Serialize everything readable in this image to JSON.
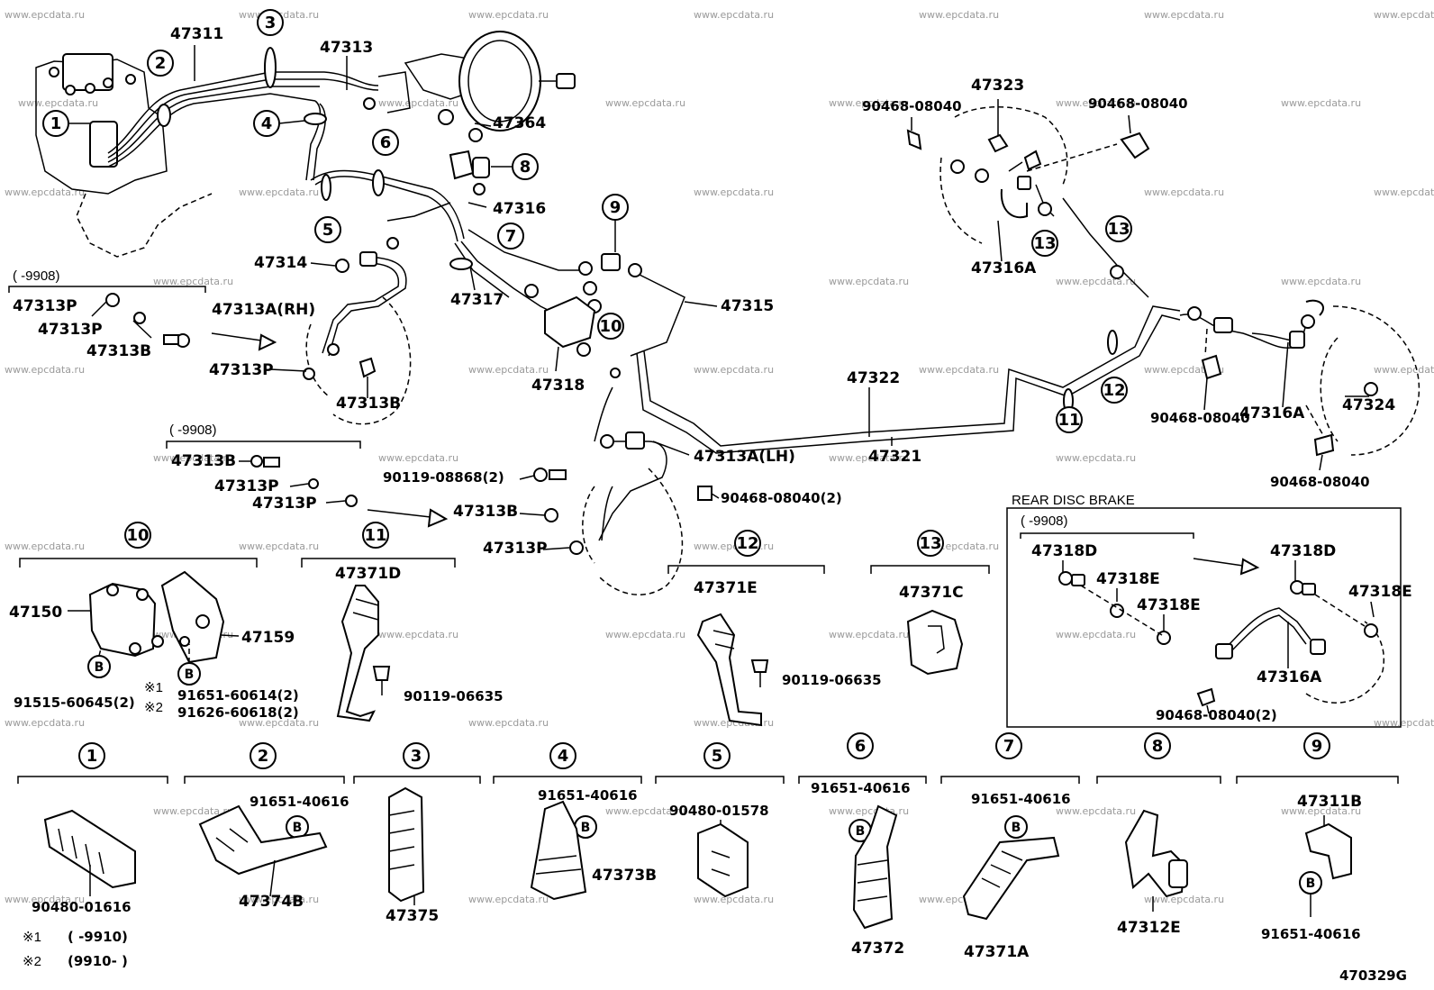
{
  "diagram_code": "470329G",
  "watermark": "www.epcdata.ru",
  "notes": [
    {
      "mark": "※1",
      "range": "(      -9910)"
    },
    {
      "mark": "※2",
      "range": "(9910-      )"
    }
  ],
  "rear_disc_brake": {
    "title": "REAR DISC BRAKE",
    "range": "(      -9908)"
  },
  "ranges": {
    "front_rh": "(      -9908)",
    "front_lh": "(      -9908)"
  },
  "callouts": [
    "1",
    "2",
    "3",
    "4",
    "5",
    "6",
    "7",
    "8",
    "9",
    "10",
    "11",
    "12",
    "13"
  ],
  "main_labels": {
    "p47311": "47311",
    "p47313": "47313",
    "p47364": "47364",
    "p47316": "47316",
    "p47314": "47314",
    "p47317": "47317",
    "p47315": "47315",
    "p47318": "47318",
    "p47322": "47322",
    "p47321": "47321",
    "p47323": "47323",
    "p47316A_top": "47316A",
    "p47316A_right": "47316A",
    "p47324": "47324",
    "p90468_tl": "90468-08040",
    "p90468_tr": "90468-08040",
    "p90468_mid": "90468-08040",
    "p90468_br": "90468-08040",
    "p47313A_RH": "47313A(RH)",
    "p47313A_LH": "47313A(LH)",
    "p90119_08868": "90119-08868(2)",
    "p90468_2": "90468-08040(2)"
  },
  "rh_group": {
    "p47313P_a": "47313P",
    "p47313P_b": "47313P",
    "p47313B_a": "47313B",
    "p47313P_c": "47313P",
    "p47313B_b": "47313B"
  },
  "lh_group": {
    "p47313B_a": "47313B",
    "p47313P_a": "47313P",
    "p47313P_b": "47313P",
    "p47313B_b": "47313B",
    "p47313P_c": "47313P"
  },
  "detail_10": {
    "p47150": "47150",
    "p47159": "47159",
    "b1": "91515-60645(2)",
    "b2": "91651-60614(2)",
    "b3": "91626-60618(2)",
    "m1": "※1",
    "m2": "※2"
  },
  "detail_11": {
    "p": "47371D",
    "bolt": "90119-06635"
  },
  "detail_12": {
    "p": "47371E",
    "bolt": "90119-06635"
  },
  "detail_13": {
    "p": "47371C"
  },
  "rear_parts": {
    "p47318D_a": "47318D",
    "p47318E_a": "47318E",
    "p47318E_b": "47318E",
    "p47318D_b": "47318D",
    "p47318E_c": "47318E",
    "p47316A": "47316A",
    "clip": "90468-08040(2)"
  },
  "bottom": {
    "d1": {
      "p": "90480-01616"
    },
    "d2": {
      "bolt": "91651-40616",
      "p": "47374B"
    },
    "d3": {
      "p": "47375"
    },
    "d4": {
      "bolt": "91651-40616",
      "p": "47373B"
    },
    "d5": {
      "p": "90480-01578"
    },
    "d6": {
      "bolt": "91651-40616",
      "p": "47372"
    },
    "d7": {
      "bolt": "91651-40616",
      "p": "47371A"
    },
    "d8": {
      "p": "47312E"
    },
    "d9": {
      "p1": "47311B",
      "bolt": "91651-40616"
    }
  },
  "b_mark": "B"
}
